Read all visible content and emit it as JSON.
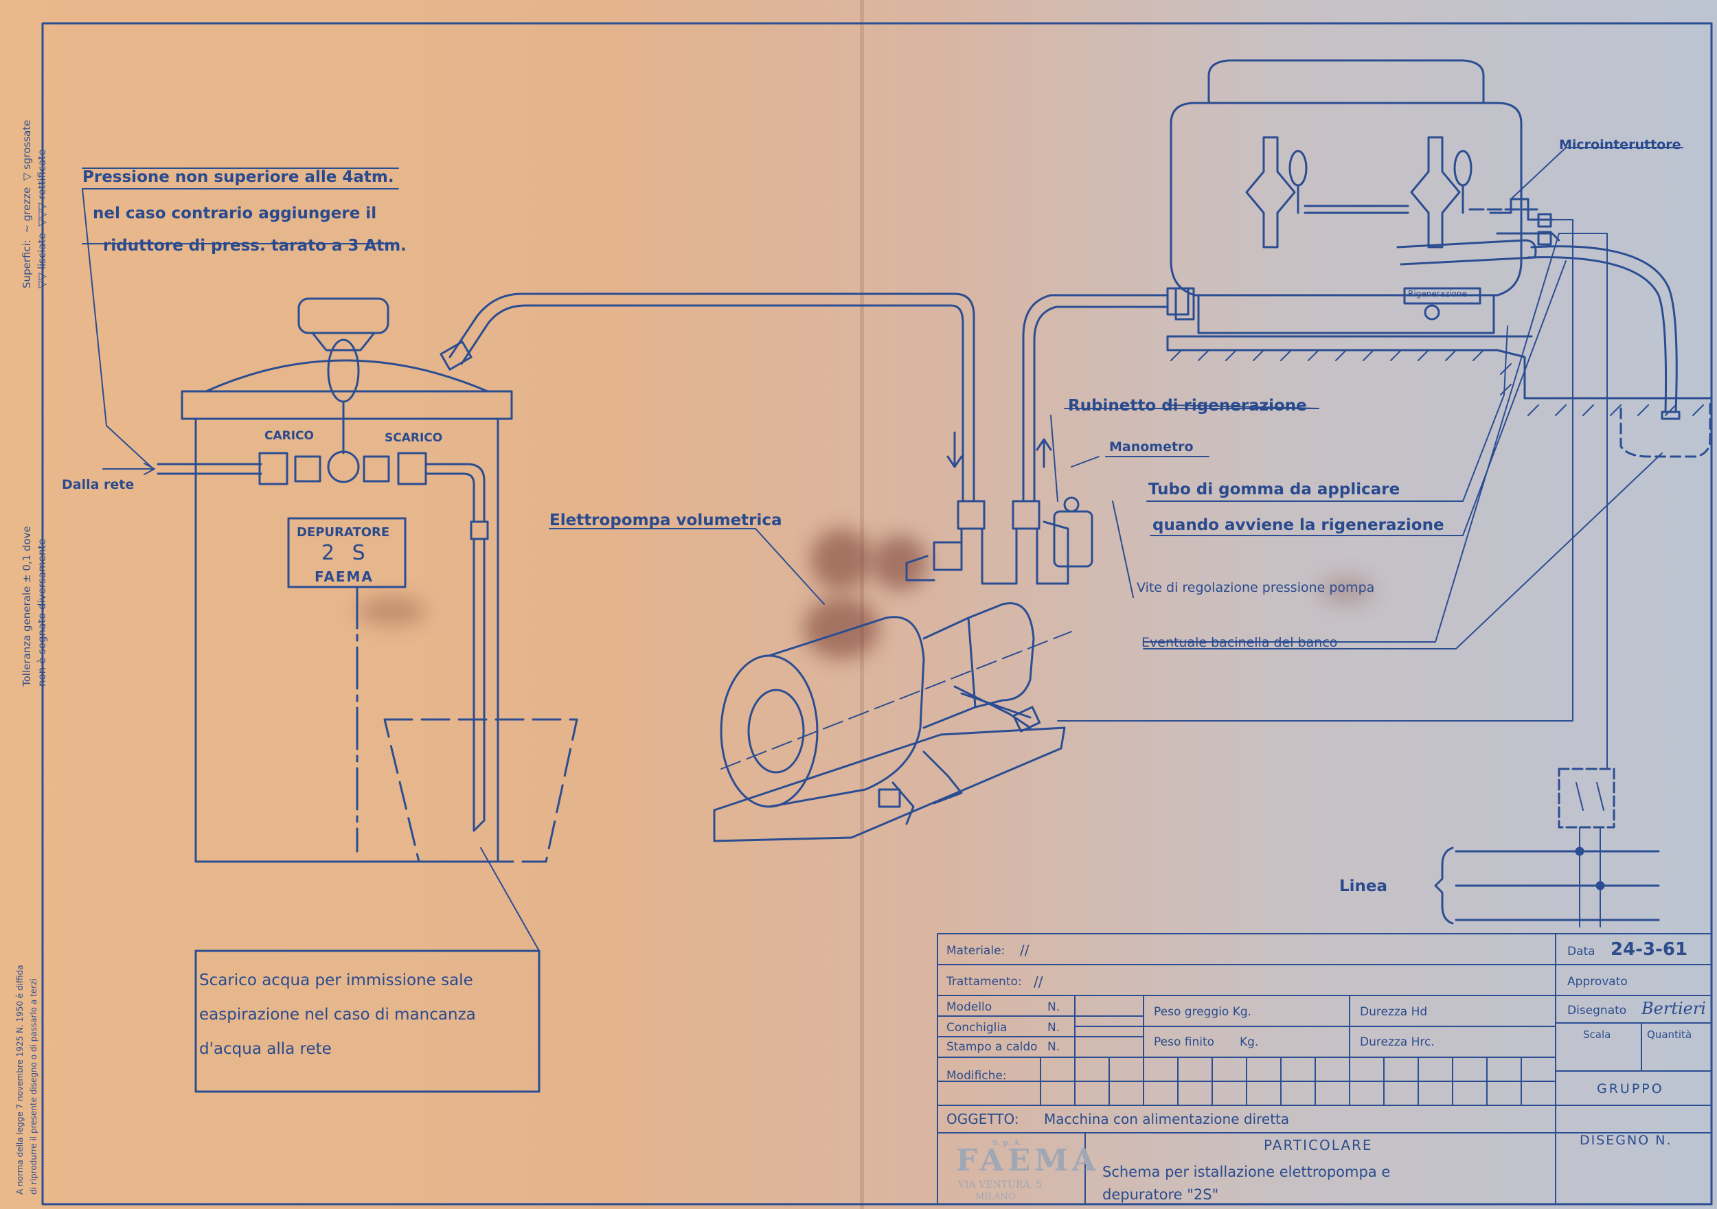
{
  "labels": {
    "pressione_line1": "Pressione non superiore alle 4atm.",
    "pressione_line2": "nel caso contrario aggiungere il",
    "pressione_line3": "riduttore di press. tarato a 3 Atm.",
    "dalla_rete": "Dalla rete",
    "carico": "CARICO",
    "scarico": "SCARICO",
    "depuratore": "DEPURATORE",
    "depuratore_model": "2 S",
    "depuratore_brand": "FAEMA",
    "elettropompa": "Elettropompa volumetrica",
    "microinterruttore": "Microinteruttore",
    "rigenerazione_plate": "Rigenerazione",
    "rubinetto": "Rubinetto di rigenerazione",
    "manometro": "Manometro",
    "tubo_line1": "Tubo di gomma da applicare",
    "tubo_line2": "quando avviene la rigenerazione",
    "vite": "Vite di regolazione pressione pompa",
    "bacinella": "Eventuale bacinella del banco",
    "linea": "Linea",
    "scarico_note_line1": "Scarico acqua per immissione sale",
    "scarico_note_line2": "easpirazione nel caso di mancanza",
    "scarico_note_line3": "d'acqua alla rete"
  },
  "margin": {
    "superfici": "Superfici:",
    "grezze": "~ grezze",
    "sgrossate": "▽ sgrossate",
    "lisciate": "▽▽ lisciate",
    "rettificate": "▽▽▽ rettificate",
    "tolleranza": "Tolleranza generale ± 0,1 dove",
    "non_segnate": "non è segnato diversamente",
    "legge_line1": "A norma della legge 7 novembre 1925 N. 1950 è diffida",
    "legge_line2": "di riprodurre il presente disegno o di passarlo a terzi"
  },
  "title_block": {
    "materiale_label": "Materiale:",
    "materiale_value": "//",
    "trattamento_label": "Trattamento:",
    "trattamento_value": "//",
    "modello_label": "Modello",
    "modello_value": "N.",
    "conchiglia_label": "Conchiglia",
    "conchiglia_value": "N.",
    "stampo_label": "Stampo a caldo",
    "stampo_value": "N.",
    "peso_greggio": "Peso greggio Kg.",
    "peso_finito": "Peso finito",
    "peso_finito_unit": "Kg.",
    "durezza_hd": "Durezza Hd",
    "durezza_hrc": "Durezza Hrc.",
    "modifiche_label": "Modifiche:",
    "oggetto_label": "OGGETTO:",
    "oggetto_value": "Macchina con alimentazione diretta",
    "particolare": "PARTICOLARE",
    "schema_line1": "Schema per istallazione elettropompa e",
    "schema_line2": "depuratore \"2S\"",
    "data_label": "Data",
    "data_value": "24-3-61",
    "approvato_label": "Approvato",
    "disegnato_label": "Disegnato",
    "disegnato_value": "Bertieri",
    "scala_label": "Scala",
    "quantita_label": "Quantità",
    "gruppo_label": "GRUPPO",
    "disegno_label": "DISEGNO N.",
    "company_sa": "S. p. A.",
    "company_name": "FAEMA",
    "company_address": "VIA VENTURA, 5",
    "company_city": "MILANO"
  }
}
